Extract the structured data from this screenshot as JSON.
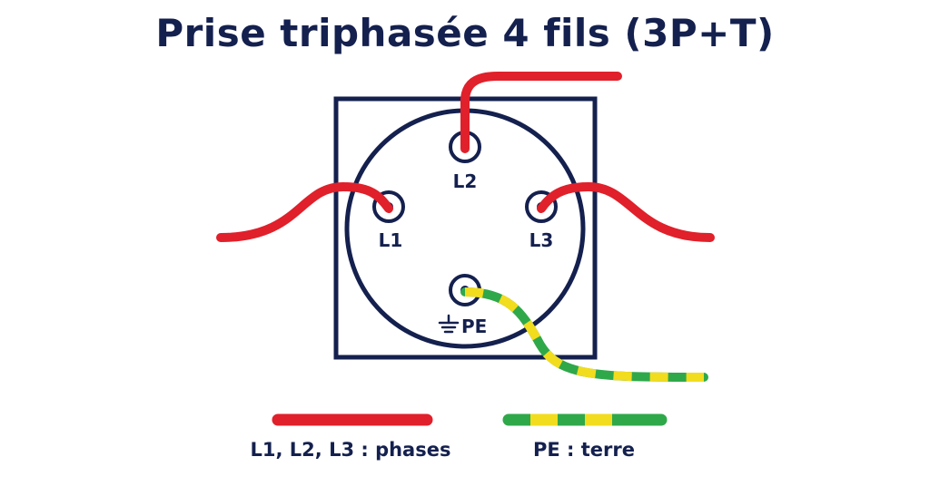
{
  "title": "Prise triphasée 4 fils (3P+T)",
  "terminals": {
    "l1": "L1",
    "l2": "L2",
    "l3": "L3",
    "pe": "PE"
  },
  "legend": {
    "phases": "L1, L2, L3 : phases",
    "earth": "PE : terre"
  },
  "colors": {
    "outline": "#14204e",
    "phase_wire": "#e0202a",
    "earth_green": "#2fa84a",
    "earth_yellow": "#f2dc1e"
  }
}
